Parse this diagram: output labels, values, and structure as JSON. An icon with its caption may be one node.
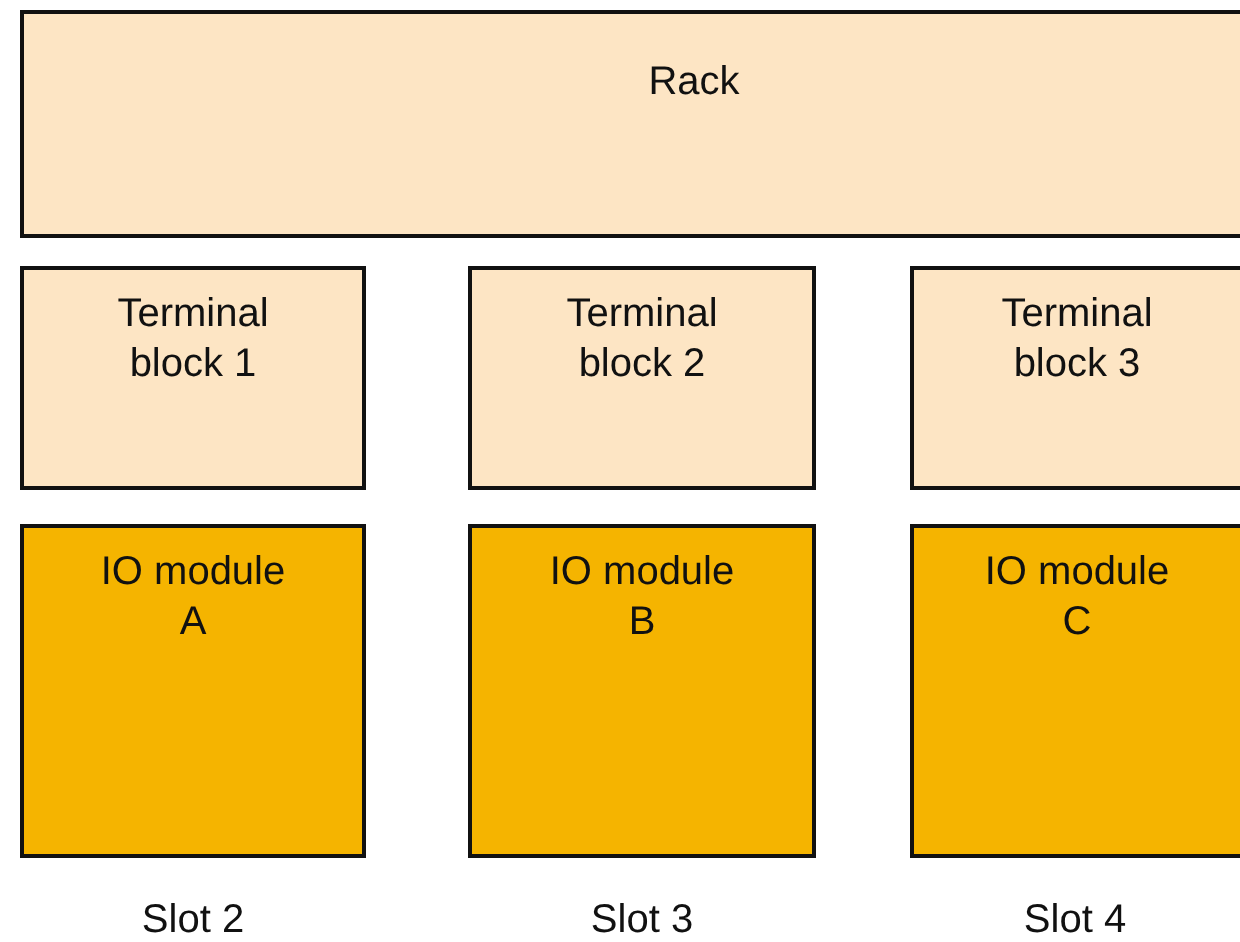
{
  "diagram": {
    "nodes": [
      {
        "text": [
          "Rack"
        ]
      },
      {
        "text": [
          "Terminal block 1"
        ]
      },
      {
        "text": [
          "Terminal block 2"
        ]
      },
      {
        "text": [
          "Terminal block 3"
        ]
      },
      {
        "text": [
          "IO module A"
        ],
        "beside": [
          "Slot 2"
        ]
      },
      {
        "text": [
          "IO module B"
        ],
        "beside": [
          "Slot 3"
        ]
      },
      {
        "text": [
          "IO module C"
        ],
        "beside": [
          "Slot 4"
        ]
      }
    ]
  }
}
